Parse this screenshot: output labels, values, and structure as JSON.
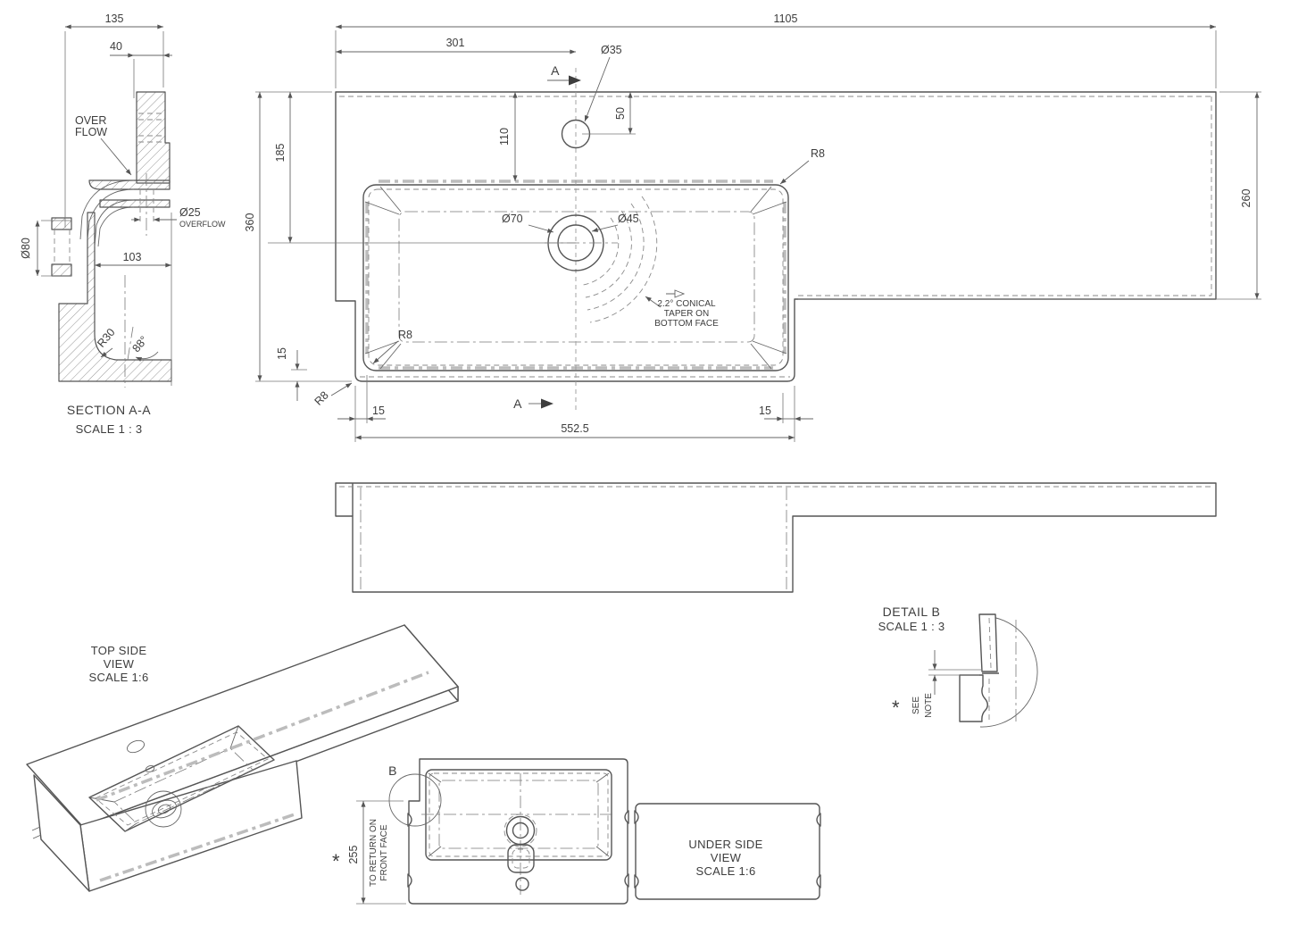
{
  "drawing": {
    "section_view": {
      "title": "SECTION A-A",
      "scale": "SCALE 1 : 3",
      "dim135": "135",
      "dim40": "40",
      "overflow_l1": "OVER",
      "overflow_l2": "FLOW",
      "d25": "Ø25",
      "d25_sub": "OVERFLOW",
      "d80": "Ø80",
      "dim103": "103",
      "r30": "R30",
      "angle88": "88°"
    },
    "plan_view": {
      "dim_overall": "1105",
      "dim_to_tap": "301",
      "tap_dia": "Ø35",
      "dim50": "50",
      "dim110": "110",
      "dim360": "360",
      "dim185": "185",
      "dim260": "260",
      "dim15": "15",
      "dim_basin": "552.5",
      "drain_outer": "Ø70",
      "drain_inner": "Ø45",
      "r8": "R8",
      "section_letter": "A",
      "note_l1": "2.2° CONICAL",
      "note_l2": "TAPER ON",
      "note_l3": "BOTTOM FACE"
    },
    "top_side_view": {
      "t1": "TOP SIDE",
      "t2": "VIEW",
      "t3": "SCALE 1:6"
    },
    "detail_b": {
      "t1": "DETAIL B",
      "t2": "SCALE 1 : 3",
      "asterisk": "*",
      "see1": "SEE",
      "see2": "NOTE"
    },
    "underside_view": {
      "t1": "UNDER SIDE",
      "t2": "VIEW",
      "t3": "SCALE 1:6",
      "letter_b": "B",
      "dim255": "255",
      "note1": "TO RETURN ON",
      "note2": "FRONT FACE",
      "asterisk": "*"
    }
  }
}
